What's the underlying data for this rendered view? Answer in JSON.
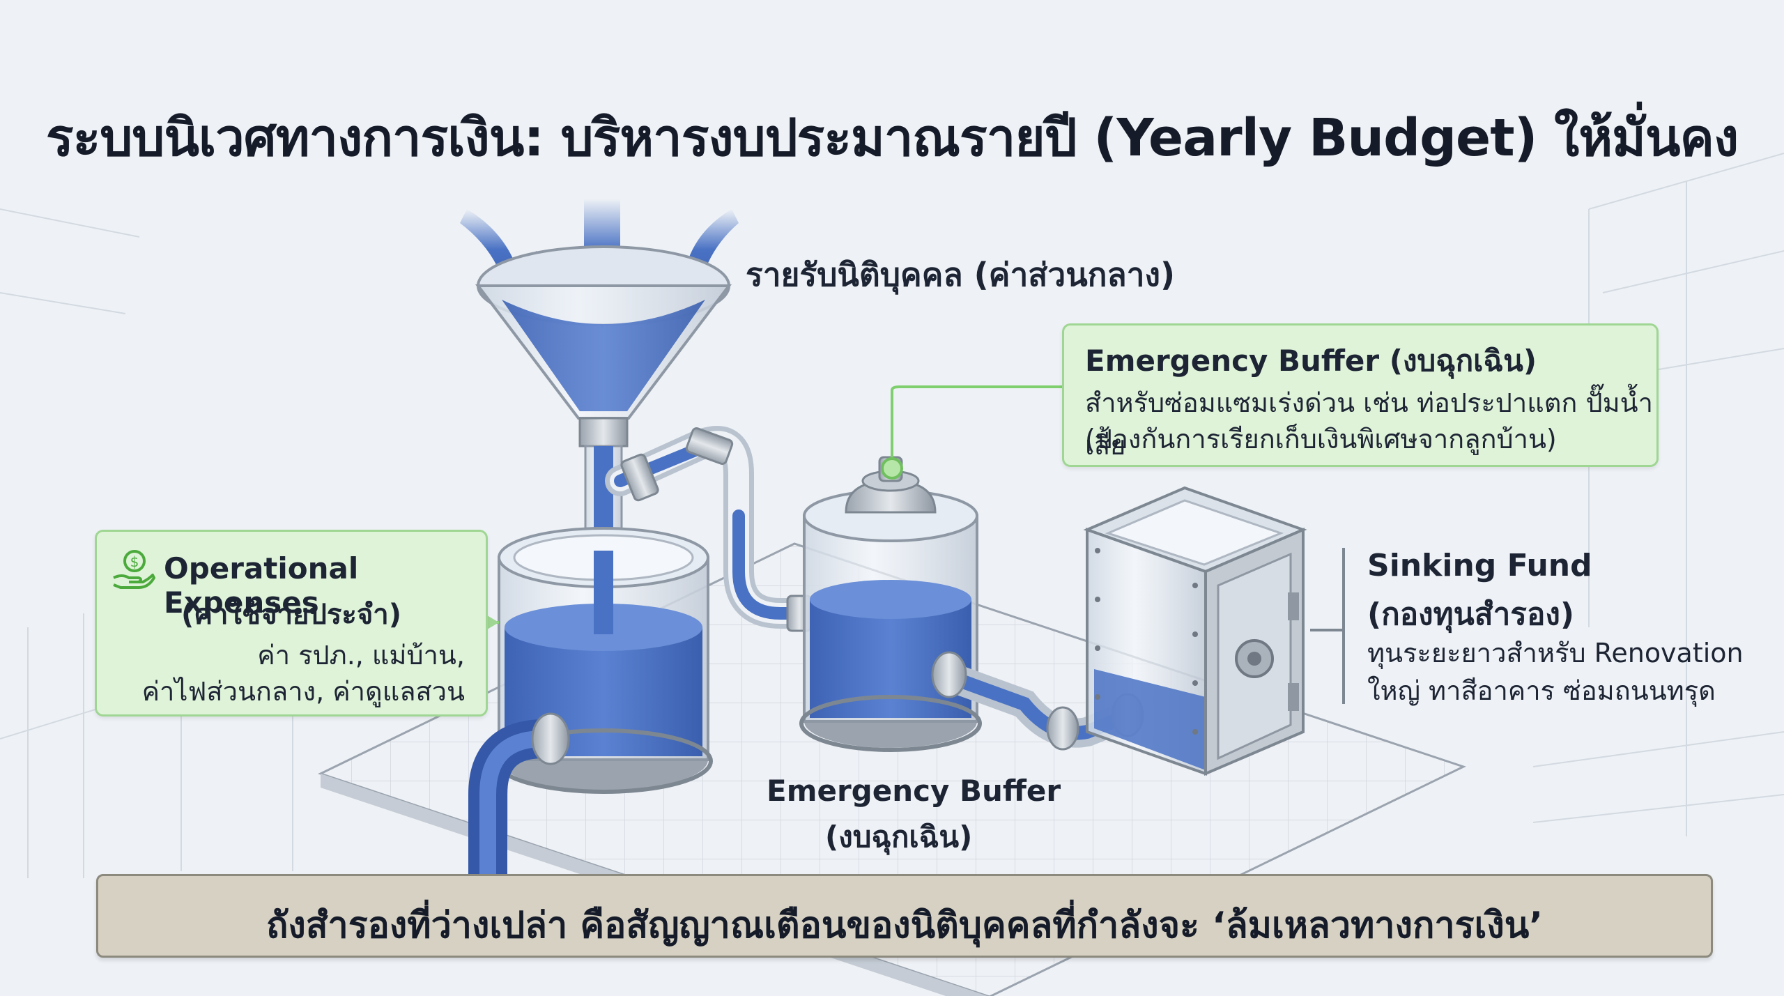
{
  "title": "ระบบนิเวศทางการเงิน: บริหารงบประมาณรายปี (Yearly Budget) ให้มั่นคง",
  "income_label": "รายรับนิติบุคคล (ค่าส่วนกลาง)",
  "operational": {
    "title": "Operational Expenses",
    "subtitle": "(ค่าใช้จ่ายประจำ)",
    "line1": "ค่า รปภ., แม่บ้าน,",
    "line2": "ค่าไฟส่วนกลาง, ค่าดูแลสวน",
    "icon": "money-hand-icon"
  },
  "emergency_box": {
    "title": "Emergency Buffer (งบฉุกเฉิน)",
    "line1": "สำหรับซ่อมแซมเร่งด่วน เช่น ท่อประปาแตก ปั๊มน้ำเสีย",
    "line2": "(ป้องกันการเรียกเก็บเงินพิเศษจากลูกบ้าน)"
  },
  "emergency_label": {
    "line1": "Emergency Buffer",
    "line2": "(งบฉุกเฉิน)"
  },
  "sinking": {
    "title": "Sinking Fund",
    "subtitle": "(กองทุนสำรอง)",
    "line1": "ทุนระยะยาวสำหรับ Renovation",
    "line2": "ใหญ่ ทาสีอาคาร ซ่อมถนนทรุด"
  },
  "banner": "ถังสำรองที่ว่างเปล่า คือสัญญาณเตือนของนิติบุคคลที่กำลังจะ ‘ล้มเหลวทางการเงิน’",
  "colors": {
    "water": "#4a72c4",
    "callout_bg": "#dff3d9",
    "callout_border": "#9fd693",
    "banner_bg": "#d6d1c2"
  }
}
